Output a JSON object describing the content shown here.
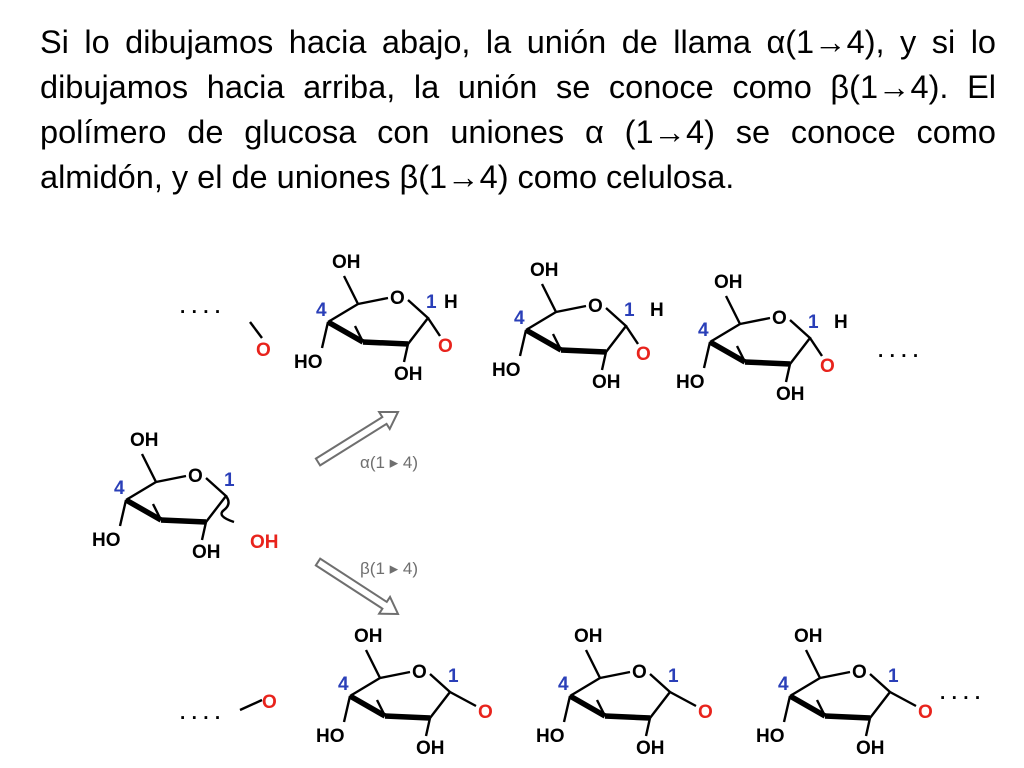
{
  "slide": {
    "paragraph": "Si lo dibujamos hacia abajo, la unión de llama α(1→4), y si lo dibujamos hacia arriba, la unión se conoce como β(1→4). El polímero de glucosa con uniones α (1→4) se conoce como almidón, y el de uniones β(1→4) como celulosa."
  },
  "diagram": {
    "labels": {
      "oh": "OH",
      "ho": "HO",
      "o": "O",
      "h": "H",
      "c1": "1",
      "c4": "4",
      "dots": "· · · ·"
    },
    "arrows": {
      "alpha": "α(1 ▸ 4)",
      "beta": "β(1 ▸ 4)"
    },
    "colors": {
      "oxygen_link": "#e8231c",
      "carbon_number": "#2a3fb8",
      "arrow": "#6f6f6f",
      "bond": "#000000"
    }
  }
}
